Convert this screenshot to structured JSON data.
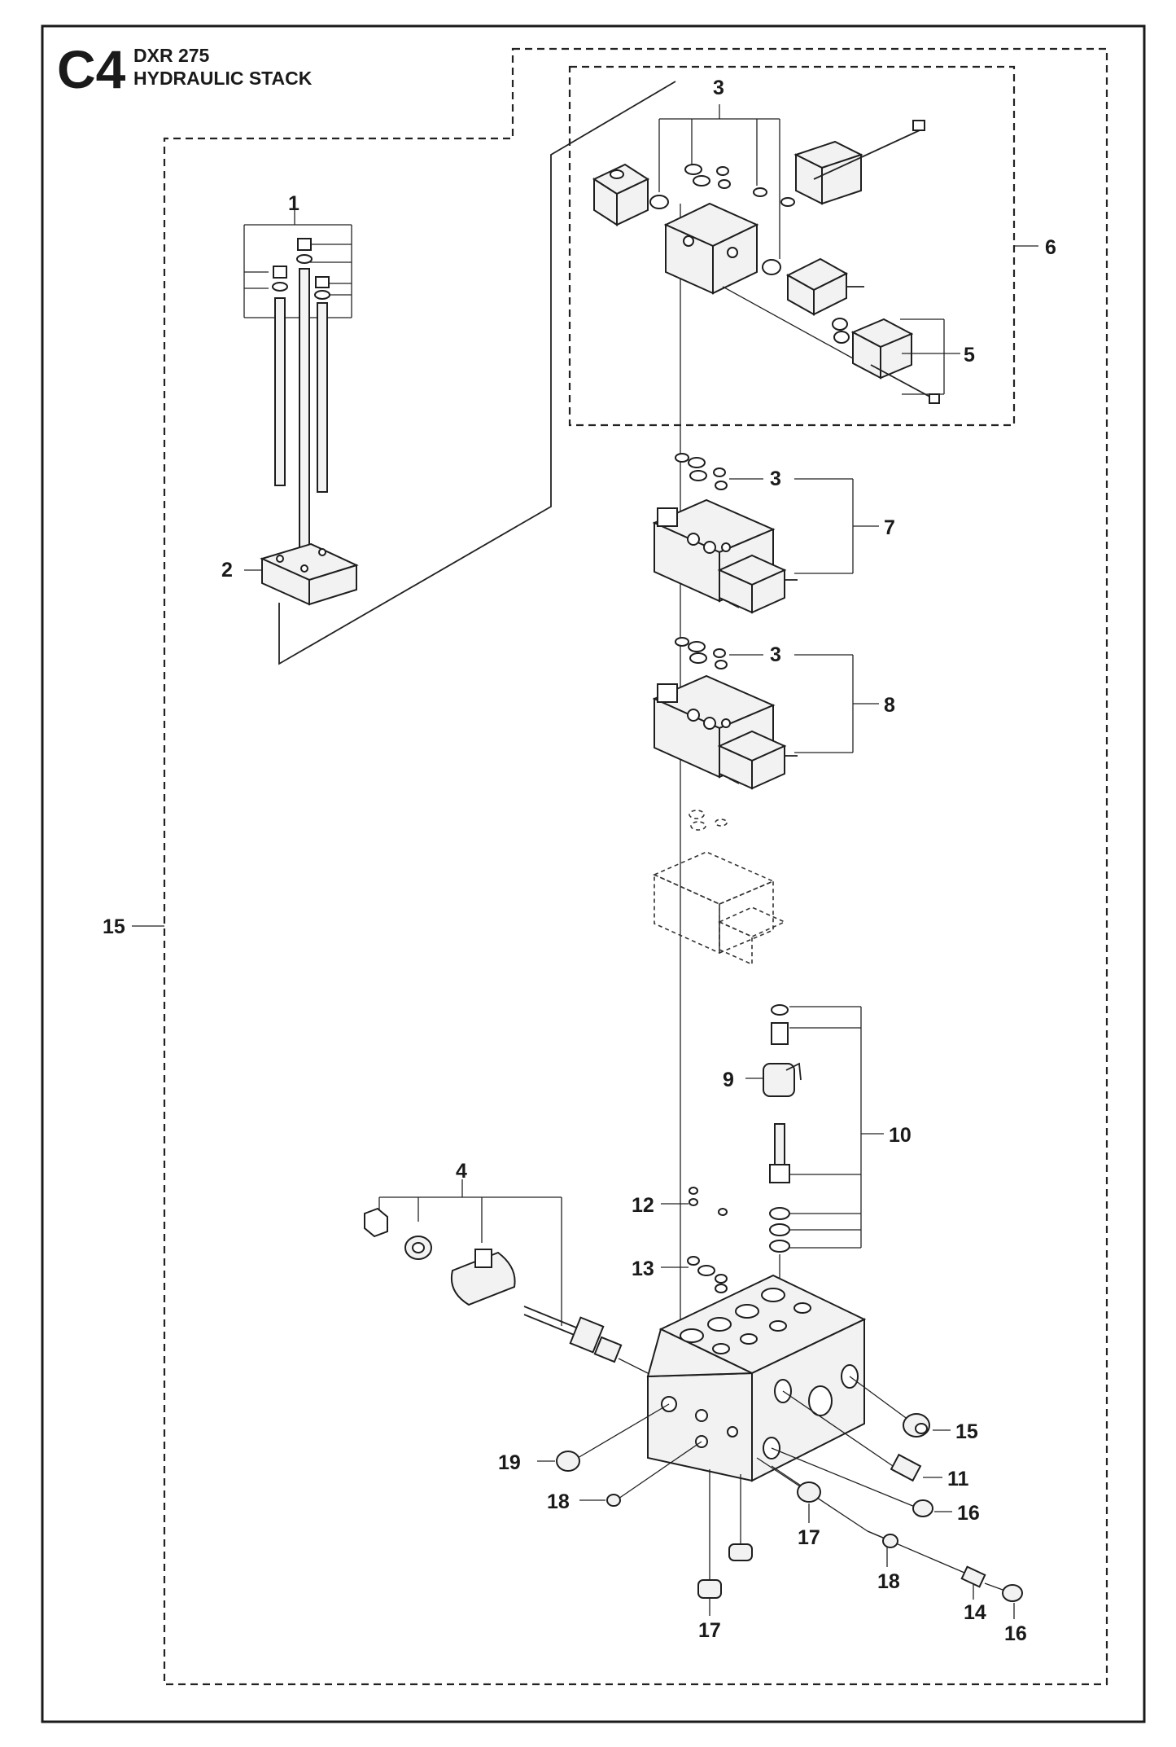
{
  "header": {
    "code": "C4",
    "model": "DXR 275",
    "title": "HYDRAULIC STACK"
  },
  "callouts": {
    "c1": "1",
    "c2": "2",
    "c3a": "3",
    "c3b": "3",
    "c3c": "3",
    "c4": "4",
    "c5": "5",
    "c6": "6",
    "c7": "7",
    "c8": "8",
    "c9": "9",
    "c10": "10",
    "c11": "11",
    "c12": "12",
    "c13": "13",
    "c14": "14",
    "c15a": "15",
    "c15b": "15",
    "c16a": "16",
    "c16b": "16",
    "c17a": "17",
    "c17b": "17",
    "c18a": "18",
    "c18b": "18",
    "c19": "19"
  }
}
